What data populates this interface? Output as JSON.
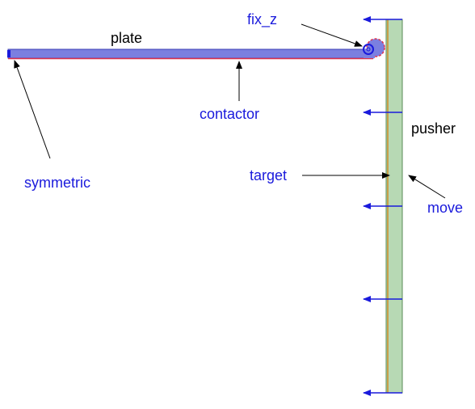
{
  "labels": {
    "plate": "plate",
    "fix_z": "fix_z",
    "contactor": "contactor",
    "symmetric": "symmetric",
    "target": "target",
    "pusher": "pusher",
    "move": "move"
  },
  "colors": {
    "plate_fill": "#7b7fe0",
    "plate_edge": "#3b3fb5",
    "contact_line": "#e0334d",
    "pusher_fill": "#b7d9b4",
    "pusher_edge": "#5a8a55",
    "pusher_center": "#c8a04a",
    "blue_text": "#1a1adc",
    "black_text": "#000000",
    "move_arrow": "#1a1adc"
  }
}
